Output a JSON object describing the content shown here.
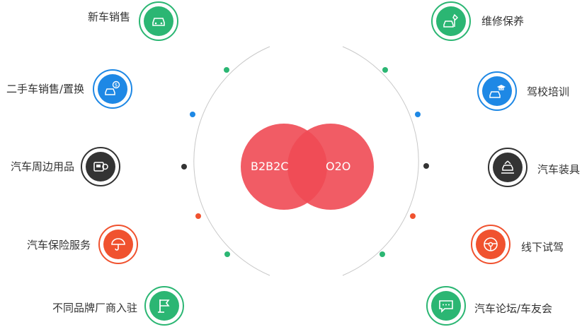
{
  "center": {
    "left_label": "B2B2C",
    "right_label": "O2O",
    "circle_color": "#f04a54"
  },
  "colors": {
    "green": "#2bb673",
    "blue": "#1e88e5",
    "dark": "#333333",
    "orange": "#f0522f",
    "arc": "#c8c8c8"
  },
  "left_items": [
    {
      "label": "新车销售",
      "icon": "car-icon",
      "color": "green"
    },
    {
      "label": "二手车销售/置换",
      "icon": "car-dollar-icon",
      "color": "blue"
    },
    {
      "label": "汽车周边用品",
      "icon": "accessories-icon",
      "color": "dark"
    },
    {
      "label": "汽车保险服务",
      "icon": "umbrella-icon",
      "color": "orange"
    },
    {
      "label": "不同品牌厂商入驻",
      "icon": "flag-icon",
      "color": "green"
    }
  ],
  "right_items": [
    {
      "label": "维修保养",
      "icon": "car-repair-icon",
      "color": "green"
    },
    {
      "label": "驾校培训",
      "icon": "graduation-car-icon",
      "color": "blue"
    },
    {
      "label": "汽车装具",
      "icon": "car-lift-icon",
      "color": "dark"
    },
    {
      "label": "线下试驾",
      "icon": "steering-wheel-icon",
      "color": "orange"
    },
    {
      "label": "汽车论坛/车友会",
      "icon": "chat-icon",
      "color": "green"
    }
  ]
}
